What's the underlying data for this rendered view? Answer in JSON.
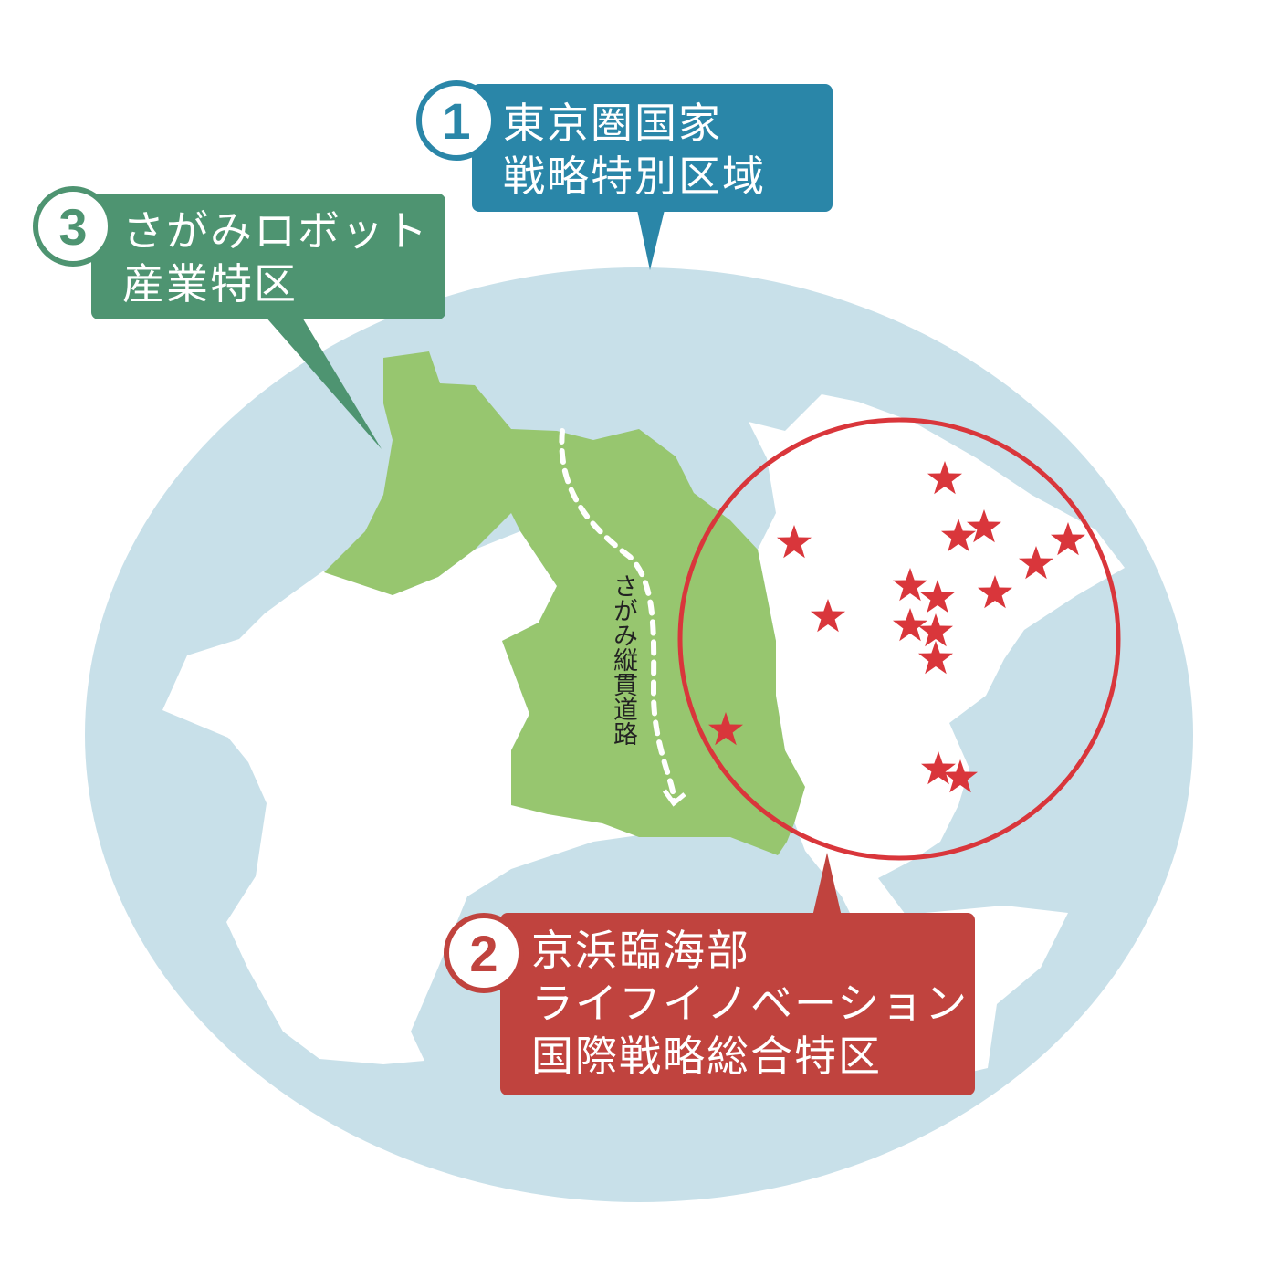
{
  "callouts": [
    {
      "number": "1",
      "lines": [
        "東京圏国家",
        "戦略特別区域"
      ],
      "color": "#2a86a8"
    },
    {
      "number": "2",
      "lines": [
        "京浜臨海部",
        "ライフイノベーション",
        "国際戦略総合特区"
      ],
      "color": "#c0433e"
    },
    {
      "number": "3",
      "lines": [
        "さがみロボット",
        "産業特区"
      ],
      "color": "#4e9471"
    }
  ],
  "road_label": "さがみ縦貫道路",
  "colors": {
    "zone": "#c8e0e9",
    "green_area": "#97c66f",
    "land": "#ffffff",
    "red_zone": "#d9363b"
  }
}
